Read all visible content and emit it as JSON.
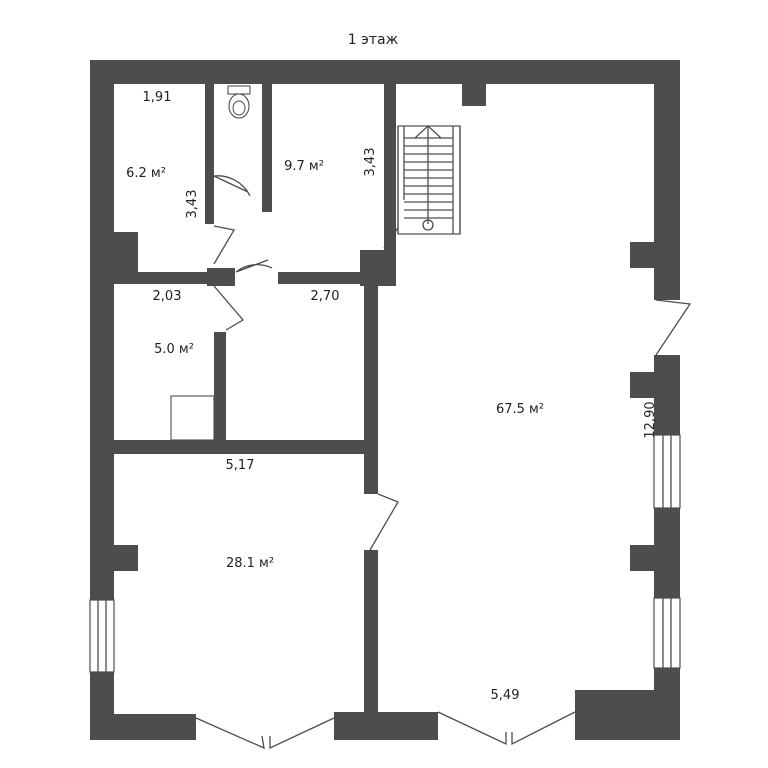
{
  "floor_title": "1 этаж",
  "rooms": [
    {
      "id": "wc",
      "area": "6.2 м²"
    },
    {
      "id": "hall-top",
      "area": "9.7 м²"
    },
    {
      "id": "storage",
      "area": "5.0 м²"
    },
    {
      "id": "main-hall",
      "area": "67.5 м²"
    },
    {
      "id": "room-bottom-left",
      "area": "28.1 м²"
    }
  ],
  "dimensions": [
    "1,91",
    "3,43",
    "3,43",
    "2,03",
    "2,70",
    "5,17",
    "12,90",
    "5,49"
  ],
  "colors": {
    "wall": "#4d4d4d",
    "background": "#ffffff",
    "text": "#222222"
  }
}
